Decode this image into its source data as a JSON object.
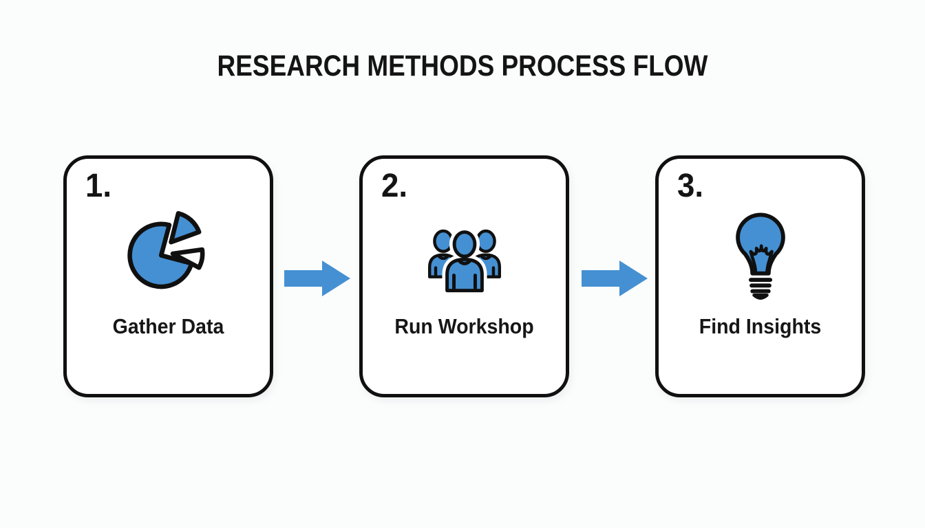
{
  "title": "RESEARCH METHODS PROCESS FLOW",
  "colors": {
    "accent_blue": "#4590d2",
    "outline_dark": "#101010",
    "card_background": "#ffffff",
    "page_background": "#fbfcfc"
  },
  "steps": [
    {
      "number": "1.",
      "label": "Gather Data",
      "icon": "pie-chart-icon"
    },
    {
      "number": "2.",
      "label": "Run Workshop",
      "icon": "people-group-icon"
    },
    {
      "number": "3.",
      "label": "Find Insights",
      "icon": "lightbulb-icon"
    }
  ],
  "connectors": [
    {
      "icon": "arrow-right-icon",
      "direction": "right"
    },
    {
      "icon": "arrow-right-icon",
      "direction": "right"
    }
  ]
}
